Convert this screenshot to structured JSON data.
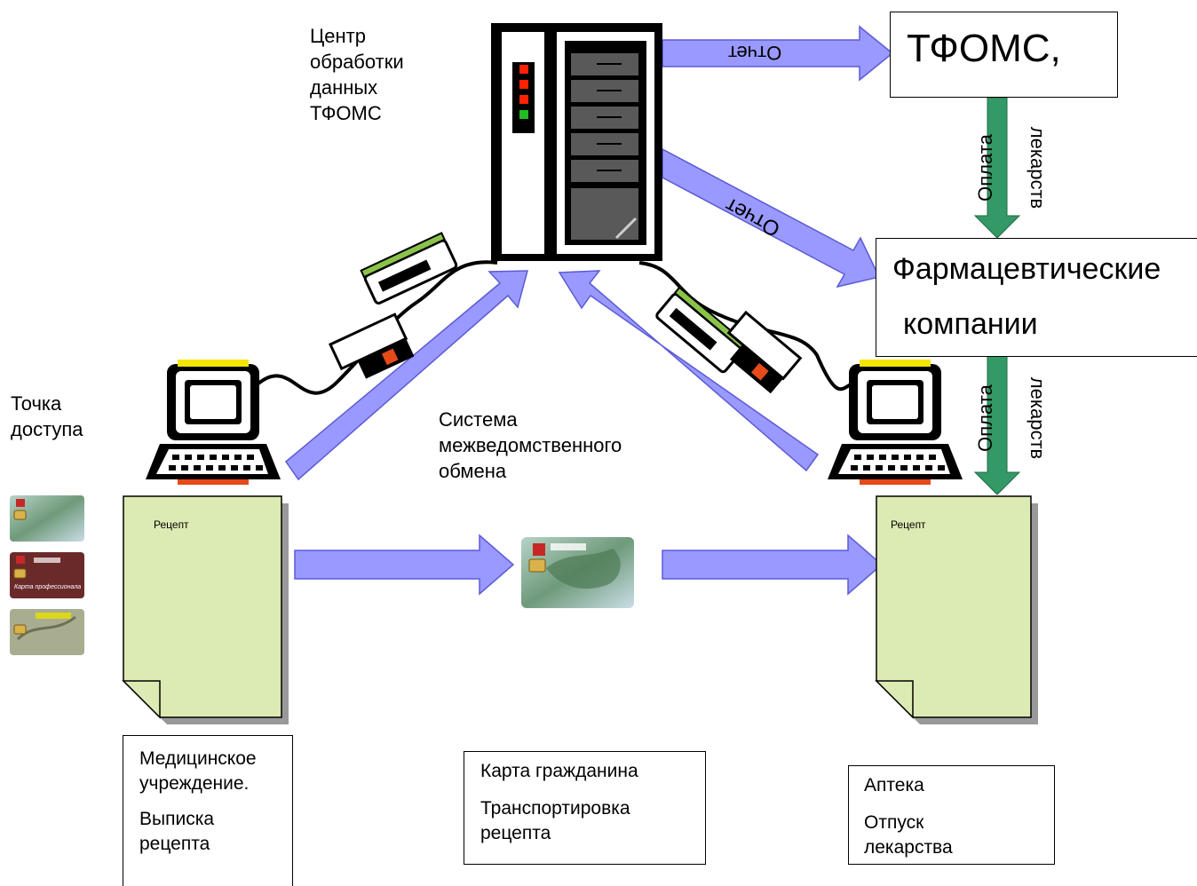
{
  "labels": {
    "center": "Центр\nобработки\nданных\nТФОМС",
    "access_point": "Точка\nдоступа",
    "system": "Система\nмежведомственного\nобмена"
  },
  "tfoms": {
    "title": "ТФОМС,"
  },
  "pharma": {
    "line1": "Фармацевтические",
    "line2": "компании"
  },
  "arrows": {
    "report_top": "Отчет",
    "report_diag": "Отчет",
    "payment_1": "Оплата",
    "drugs_1": "лекарств",
    "payment_2": "Оплата",
    "drugs_2": "лекарств"
  },
  "recipe_left": {
    "label": "Рецепт"
  },
  "recipe_right": {
    "label": "Рецепт"
  },
  "boxes": {
    "medical": {
      "line1": "Медицинское\nучреждение.",
      "line2": "Выписка\nрецепта"
    },
    "card": {
      "line1": "Карта гражданина",
      "line2": "Транспортировка\nрецепта"
    },
    "pharmacy": {
      "line1": "Аптека",
      "line2": "Отпуск\nлекарства"
    }
  },
  "cards": {
    "professional_caption": "Карта профессионала"
  },
  "colors": {
    "arrow_fill": "#9999ff",
    "green_arrow": "#339966",
    "paper": "#dcebb3",
    "server_dark": "#595959"
  }
}
